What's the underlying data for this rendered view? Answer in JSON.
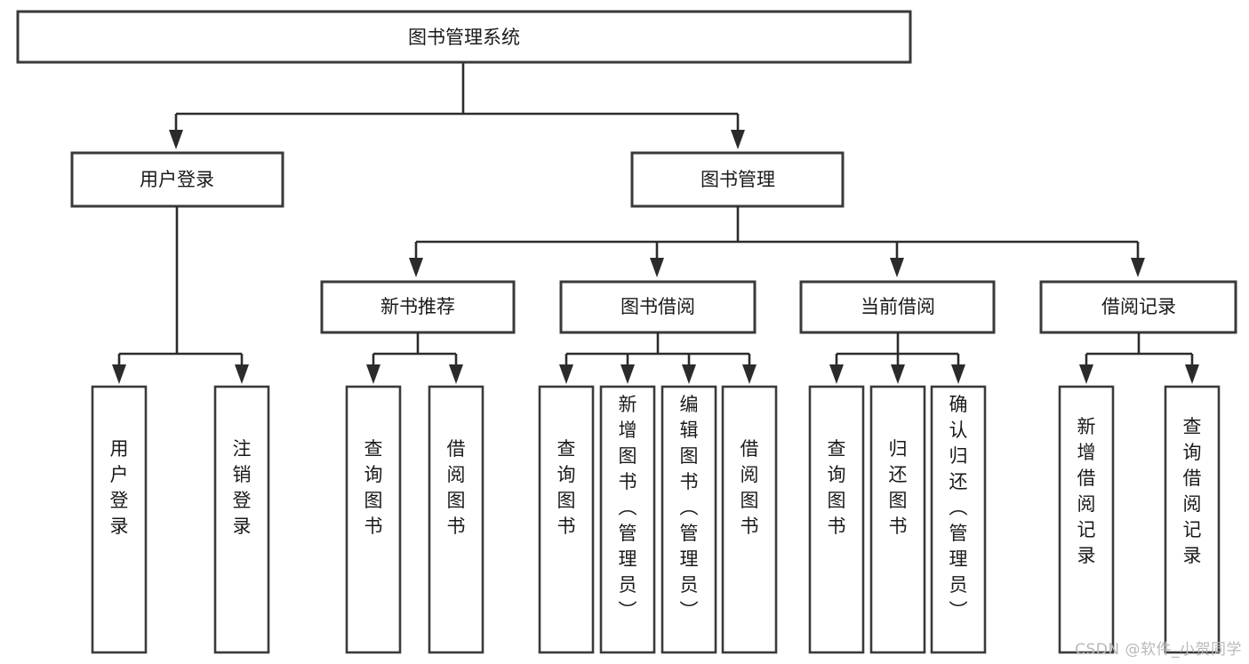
{
  "diagram": {
    "type": "tree-hierarchy",
    "title": "图书管理系统",
    "orientation": "top-down",
    "colors": {
      "box_stroke": "#3a3a3a",
      "connector": "#2b2b2b",
      "box_fill": "#ffffff",
      "background": "#ffffff",
      "watermark": "#b9b9b9"
    },
    "root": {
      "label": "图书管理系统",
      "level": 1
    },
    "level2": [
      {
        "label": "用户登录"
      },
      {
        "label": "图书管理"
      }
    ],
    "level3": [
      {
        "label": "新书推荐",
        "parent": "图书管理"
      },
      {
        "label": "图书借阅",
        "parent": "图书管理"
      },
      {
        "label": "当前借阅",
        "parent": "图书管理"
      },
      {
        "label": "借阅记录",
        "parent": "图书管理"
      }
    ],
    "leaves": {
      "用户登录": [
        {
          "label": "用户登录"
        },
        {
          "label": "注销登录"
        }
      ],
      "新书推荐": [
        {
          "label": "查询图书"
        },
        {
          "label": "借阅图书"
        }
      ],
      "图书借阅": [
        {
          "label": "查询图书"
        },
        {
          "label": "新增图书（管理员）"
        },
        {
          "label": "编辑图书（管理员）"
        },
        {
          "label": "借阅图书"
        }
      ],
      "当前借阅": [
        {
          "label": "查询图书"
        },
        {
          "label": "归还图书"
        },
        {
          "label": "确认归还（管理员）"
        }
      ],
      "借阅记录": [
        {
          "label": "新增借阅记录"
        },
        {
          "label": "查询借阅记录"
        }
      ]
    }
  },
  "watermark": {
    "text": "CSDN @软件_小贺同学"
  }
}
